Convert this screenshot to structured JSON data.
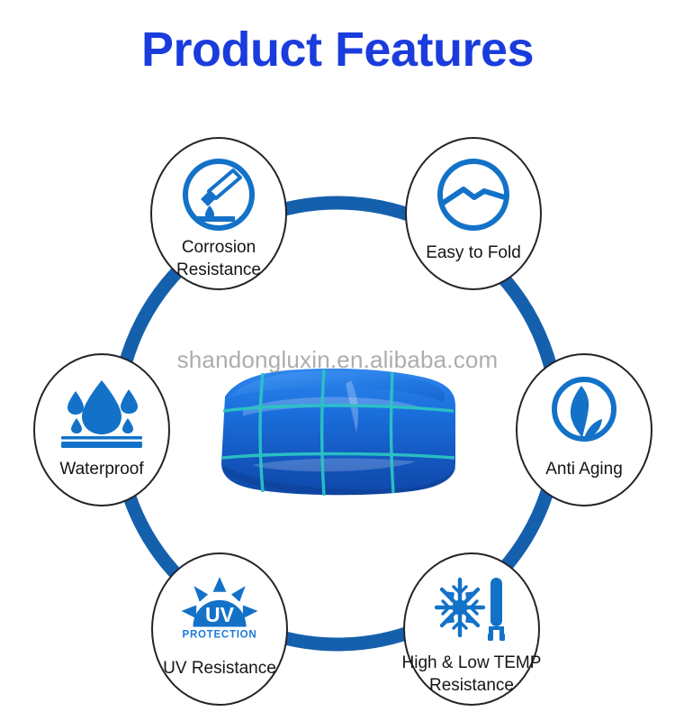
{
  "page": {
    "title": "Product Features",
    "background_color": "#ffffff",
    "title_color": "#1a3cdc",
    "accent_color": "#1362b5",
    "ring_color": "#1560ac",
    "outline_color": "#23232a",
    "label_color": "#15151a"
  },
  "watermark": {
    "text": "shandongluxin.en.alibaba.com",
    "color": "#969696"
  },
  "center_image": {
    "name": "blue-tarpaulin-bale",
    "description": "Blue PE tarpaulin bale bundled with teal straps",
    "tarp_color": "#1769d6",
    "strap_color": "#2bc4c4"
  },
  "features": [
    {
      "id": "corrosion-resistance",
      "label_line1": "Corrosion",
      "label_line2": "Resistance",
      "icon": "corrosion-test-tube-icon"
    },
    {
      "id": "easy-to-fold",
      "label_line1": "Easy to Fold",
      "label_line2": "",
      "icon": "fold-zigzag-circle-icon"
    },
    {
      "id": "anti-aging",
      "label_line1": "Anti Aging",
      "label_line2": "",
      "icon": "leaf-sprout-circle-icon"
    },
    {
      "id": "high-low-temp-resistance",
      "label_line1": "High & Low TEMP",
      "label_line2": "Resistance",
      "icon": "snowflake-thermometer-icon"
    },
    {
      "id": "uv-resistance",
      "label_line1": "UV Resistance",
      "label_line2": "",
      "icon": "uv-protection-sun-icon"
    },
    {
      "id": "waterproof",
      "label_line1": "Waterproof",
      "label_line2": "",
      "icon": "water-droplets-surface-icon"
    }
  ],
  "uv_badge": {
    "main_text": "UV",
    "sub_text": "PROTECTION"
  }
}
